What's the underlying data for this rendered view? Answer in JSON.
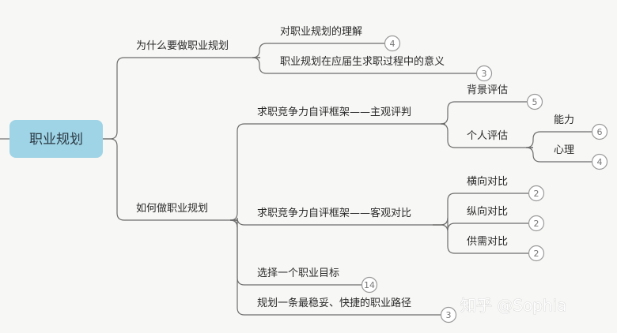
{
  "root": {
    "label": "职业规划"
  },
  "nodes": [
    {
      "id": "why",
      "label": "为什么要做职业规划"
    },
    {
      "id": "why_1",
      "label": "对职业规划的理解",
      "count": "4"
    },
    {
      "id": "why_2",
      "label": "职业规划在应届生求职过程中的意义",
      "count": "3"
    },
    {
      "id": "how",
      "label": "如何做职业规划"
    },
    {
      "id": "subj",
      "label": "求职竞争力自评框架——主观评判"
    },
    {
      "id": "bg",
      "label": "背景评估",
      "count": "5"
    },
    {
      "id": "personal",
      "label": "个人评估"
    },
    {
      "id": "ability",
      "label": "能力",
      "count": "6"
    },
    {
      "id": "mind",
      "label": "心理",
      "count": "4"
    },
    {
      "id": "obj",
      "label": "求职竞争力自评框架——客观对比"
    },
    {
      "id": "horiz",
      "label": "横向对比",
      "count": "2"
    },
    {
      "id": "vert",
      "label": "纵向对比",
      "count": "2"
    },
    {
      "id": "supply",
      "label": "供需对比",
      "count": "2"
    },
    {
      "id": "goal",
      "label": "选择一个职业目标",
      "count": "14"
    },
    {
      "id": "path",
      "label": "规划一条最稳妥、快捷的职业路径",
      "count": "3"
    }
  ],
  "watermark": "知乎 @Sophia",
  "colors": {
    "root_fill": "#9fd4e6",
    "edge": "#6d6d6d",
    "background": "#f7f7f5"
  }
}
